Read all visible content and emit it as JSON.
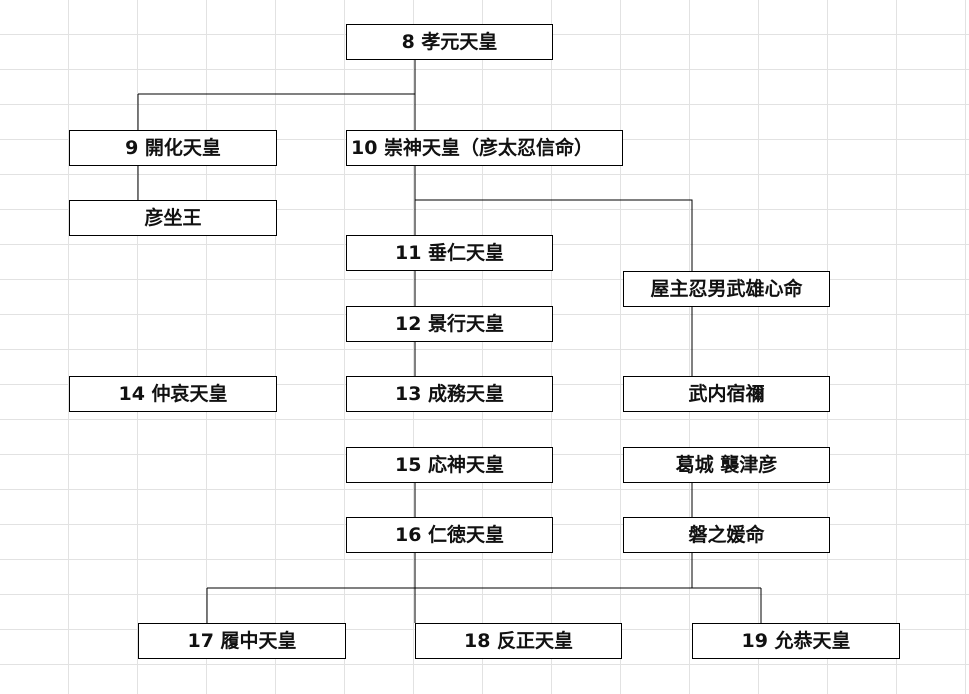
{
  "nodes": {
    "n8": "8 孝元天皇",
    "n9": "9 開化天皇",
    "n10": "10 崇神天皇（彦太忍信命）",
    "hikoimasu": "彦坐王",
    "n11": "11 垂仁天皇",
    "oshio": "屋主忍男武雄心命",
    "n12": "12 景行天皇",
    "n14": "14 仲哀天皇",
    "n13": "13 成務天皇",
    "takeuchi": "武内宿禰",
    "n15": "15 応神天皇",
    "katsuragi": "葛城 襲津彦",
    "n16": "16 仁徳天皇",
    "iwanohime": "磐之媛命",
    "n17": "17 履中天皇",
    "n18": "18 反正天皇",
    "n19": "19 允恭天皇"
  },
  "colors": {
    "line": "#000000",
    "border": "#000000",
    "box_fill": "#ffffff",
    "grid": "#e2e2e2",
    "text": "#111111"
  }
}
